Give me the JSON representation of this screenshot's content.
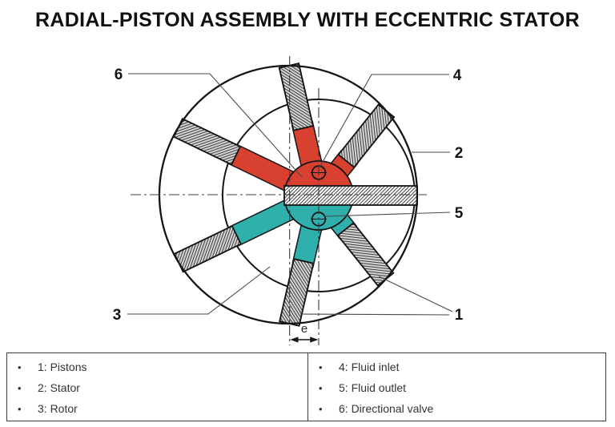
{
  "title": "RADIAL-PISTON ASSEMBLY WITH ECCENTRIC STATOR",
  "diagram": {
    "callouts": {
      "c1": "1",
      "c2": "2",
      "c3": "3",
      "c4": "4",
      "c5": "5",
      "c6": "6"
    },
    "dimension_label": "e"
  },
  "colors": {
    "inlet_red": "#d8402f",
    "outlet_teal": "#2fb0ac",
    "piston_gray": "#d4d4d4",
    "line_black": "#151515"
  },
  "legend": {
    "bullet": "•",
    "left": [
      "1: Pistons",
      "2: Stator",
      "3: Rotor"
    ],
    "right": [
      "4: Fluid inlet",
      "5: Fluid outlet",
      "6: Directional valve"
    ]
  }
}
